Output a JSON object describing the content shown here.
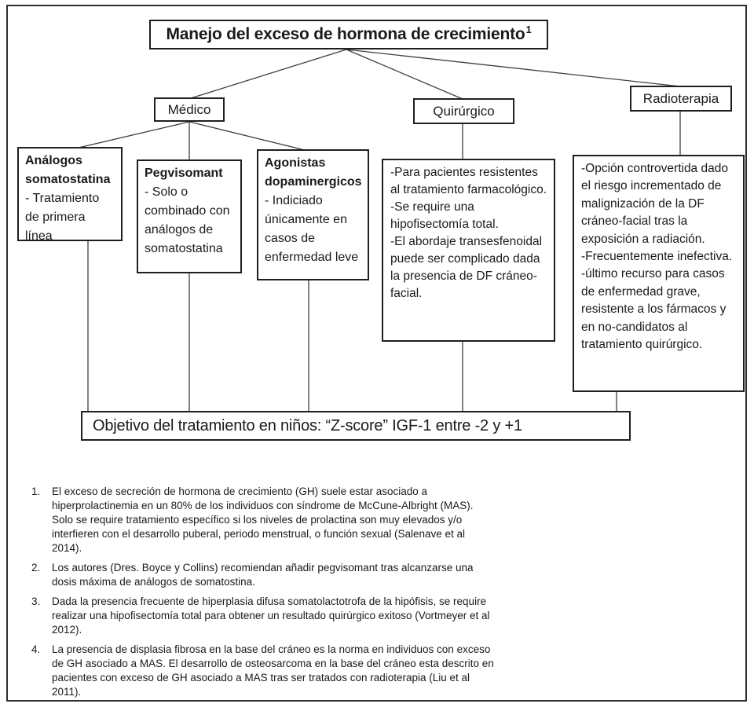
{
  "diagram": {
    "title": {
      "text": "Manejo del exceso de hormona de crecimiento",
      "superscript": "1"
    },
    "branches": {
      "medico": "Médico",
      "quirurgico": "Quirúrgico",
      "radioterapia": "Radioterapia"
    },
    "medico_children": [
      {
        "header": "Análogos somatostatina",
        "body": "- Tratamiento de primera línea"
      },
      {
        "header": "Pegvisomant",
        "body": "- Solo o combinado con análogos de somatostatina"
      },
      {
        "header": "Agonistas dopaminergicos",
        "body": "- Indiciado únicamente en casos de enfermedad leve"
      }
    ],
    "quirurgico_detail": {
      "lines": [
        "-Para pacientes resistentes al tratamiento farmacológico.",
        "-Se require una hipofisectomía total.",
        "-El abordaje transesfenoidal puede ser complicado dada la presencia de DF cráneo-facial."
      ]
    },
    "radioterapia_detail": {
      "lines": [
        "-Opción controvertida dado el riesgo incrementado de malignización de la DF cráneo-facial tras la exposición a radiación.",
        "-Frecuentemente inefectiva.",
        "-último recurso para casos de enfermedad grave, resistente a los fármacos y en no-candidatos al tratamiento quirúrgico."
      ]
    },
    "objective": "Objetivo del tratamiento en niños: “Z-score” IGF-1 entre -2 y +1",
    "footnotes": [
      {
        "number": "1.",
        "text": "El exceso de secreción de hormona de crecimiento (GH) suele estar asociado a hiperprolactinemia en un 80% de los individuos con síndrome de McCune-Albright (MAS). Solo se require tratamiento específico si los niveles de prolactina son muy elevados y/o interfieren con el desarrollo puberal, periodo menstrual, o función sexual (Salenave et al 2014)."
      },
      {
        "number": "2.",
        "text": "Los autores (Dres. Boyce y Collins) recomiendan añadir pegvisomant tras alcanzarse una dosis máxima de análogos de somatostina."
      },
      {
        "number": "3.",
        "text": "Dada la presencia frecuente de hiperplasia difusa somatolactotrofa de la hipófisis, se require realizar una hipofisectomía total para obtener un resultado quirúrgico exitoso (Vortmeyer et al 2012)."
      },
      {
        "number": "4.",
        "text": "La presencia de displasia fibrosa en la base del cráneo es la norma en individuos con exceso de GH asociado a MAS. El desarrollo de osteosarcoma en la base del cráneo esta descrito en pacientes con exceso de GH asociado a MAS tras ser tratados con radioterapia (Liu et al 2011)."
      }
    ],
    "colors": {
      "background": "#ffffff",
      "box_border": "#1f1f1f",
      "connector_line": "#3f3f3f",
      "text": "#1a1a1a"
    }
  }
}
